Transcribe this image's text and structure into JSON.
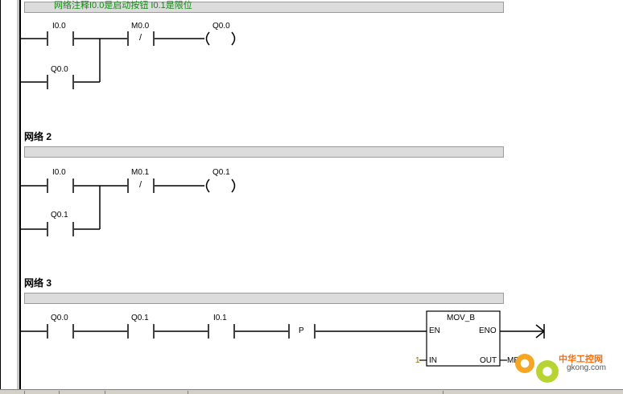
{
  "comment": "网络注释I0.0是启动按钮 I0.1是限位",
  "networks": [
    {
      "title": ""
    },
    {
      "title": "网络 2"
    },
    {
      "title": "网络 3"
    }
  ],
  "net1": {
    "c1": "I0.0",
    "c2": "M0.0",
    "c2_sym": "/",
    "coil": "Q0.0",
    "branch": "Q0.0"
  },
  "net2": {
    "c1": "I0.0",
    "c2": "M0.1",
    "c2_sym": "/",
    "coil": "Q0.1",
    "branch": "Q0.1"
  },
  "net3": {
    "c1": "Q0.0",
    "c2": "Q0.1",
    "c3": "I0.1",
    "p_sym": "P",
    "block": {
      "name": "MOV_B",
      "en": "EN",
      "eno": "ENO",
      "in": "IN",
      "out": "OUT",
      "in_val": "1",
      "out_val": "MB4"
    }
  },
  "watermark": {
    "brand": "中华工控网",
    "site": "gkong.com"
  }
}
